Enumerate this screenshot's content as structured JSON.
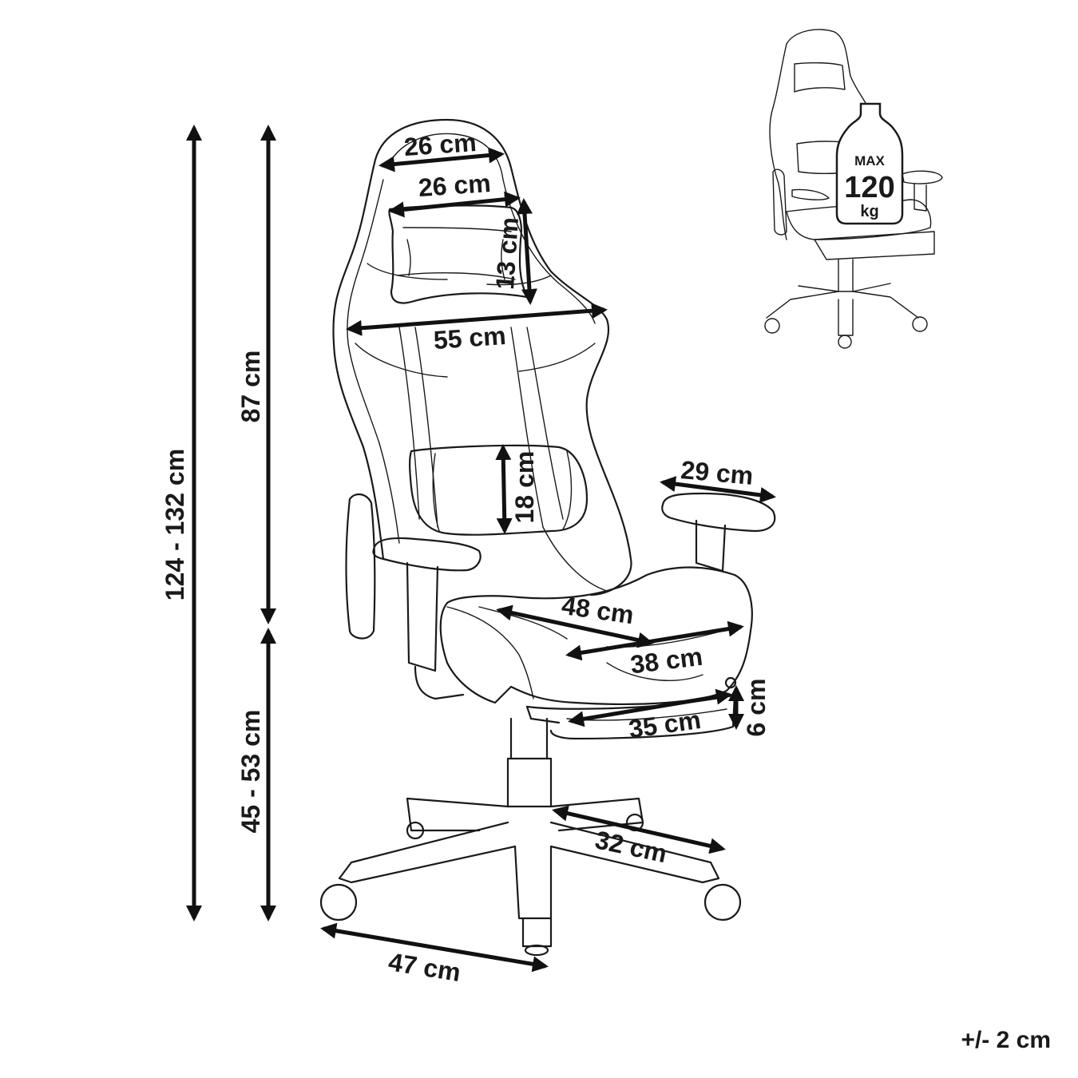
{
  "dimensions": {
    "headrest_top_width": "26 cm",
    "pillow_width": "26 cm",
    "pillow_height": "13 cm",
    "backrest_width": "55 cm",
    "total_height": "124 - 132 cm",
    "backrest_height": "87 cm",
    "seat_height": "45 - 53 cm",
    "lumbar_height": "18 cm",
    "armrest_length": "29 cm",
    "seat_depth": "48 cm",
    "seat_width": "38 cm",
    "footrest_length": "35 cm",
    "footrest_height": "6 cm",
    "base_radius": "32 cm",
    "base_width": "47 cm"
  },
  "load_badge": {
    "label": "MAX",
    "value": "120",
    "unit": "kg"
  },
  "tolerance": "+/- 2 cm",
  "colors": {
    "line": "#1a1a1a",
    "background": "#ffffff"
  }
}
